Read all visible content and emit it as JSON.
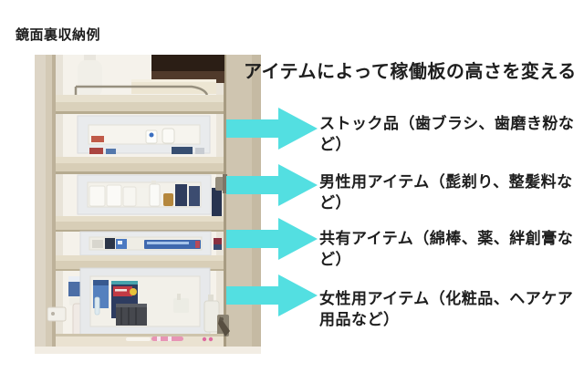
{
  "figure": {
    "title": "鏡面裏収納例",
    "heading": "アイテムによって稼働板の高さを変える"
  },
  "annotations": [
    {
      "icon": "right-arrow",
      "label_line1": "ストック品（歯ブラシ、歯磨き粉な",
      "label_line2": "ど）"
    },
    {
      "icon": "right-arrow",
      "label_line1": "男性用アイテム（髭剃り、整髪料な",
      "label_line2": "ど）"
    },
    {
      "icon": "right-arrow",
      "label_line1": "共有アイテム（綿棒、薬、絆創膏な",
      "label_line2": "ど）"
    },
    {
      "icon": "right-arrow",
      "label_line1": "女性用アイテム（化粧品、ヘアケア",
      "label_line2": "用品など）"
    }
  ],
  "colors": {
    "arrow": "#53DFE1",
    "text": "#1E1E1E",
    "background": "#FFFFFF"
  }
}
